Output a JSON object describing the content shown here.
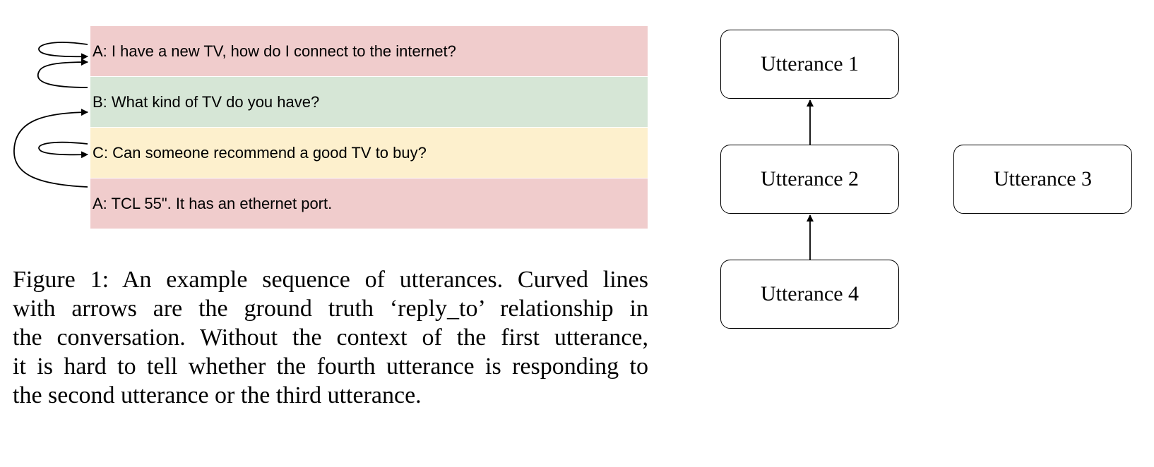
{
  "utterances": [
    {
      "speaker": "A",
      "text": "A: I have a new TV, how do I connect to the internet?",
      "color": "#f0cccc"
    },
    {
      "speaker": "B",
      "text": "B: What kind of TV do you have?",
      "color": "#d6e6d6"
    },
    {
      "speaker": "C",
      "text": "C: Can someone recommend a good TV to buy?",
      "color": "#fdf0cd"
    },
    {
      "speaker": "A",
      "text": "A: TCL 55\". It has an ethernet port.",
      "color": "#f0cccc"
    }
  ],
  "caption": {
    "lines": [
      "Figure 1: An example sequence of utterances. Curved lines",
      "with arrows are the ground truth ‘reply_to’ relationship in",
      "the conversation. Without the context of the first utterance,",
      "it is hard to tell whether the fourth utterance is responding to",
      "the second utterance or the third utterance."
    ]
  },
  "tree": {
    "nodes": [
      {
        "label": "Utterance 1"
      },
      {
        "label": "Utterance 2"
      },
      {
        "label": "Utterance 3"
      },
      {
        "label": "Utterance 4"
      }
    ],
    "edges": [
      {
        "from": "Utterance 2",
        "to": "Utterance 1"
      },
      {
        "from": "Utterance 4",
        "to": "Utterance 2"
      }
    ]
  }
}
